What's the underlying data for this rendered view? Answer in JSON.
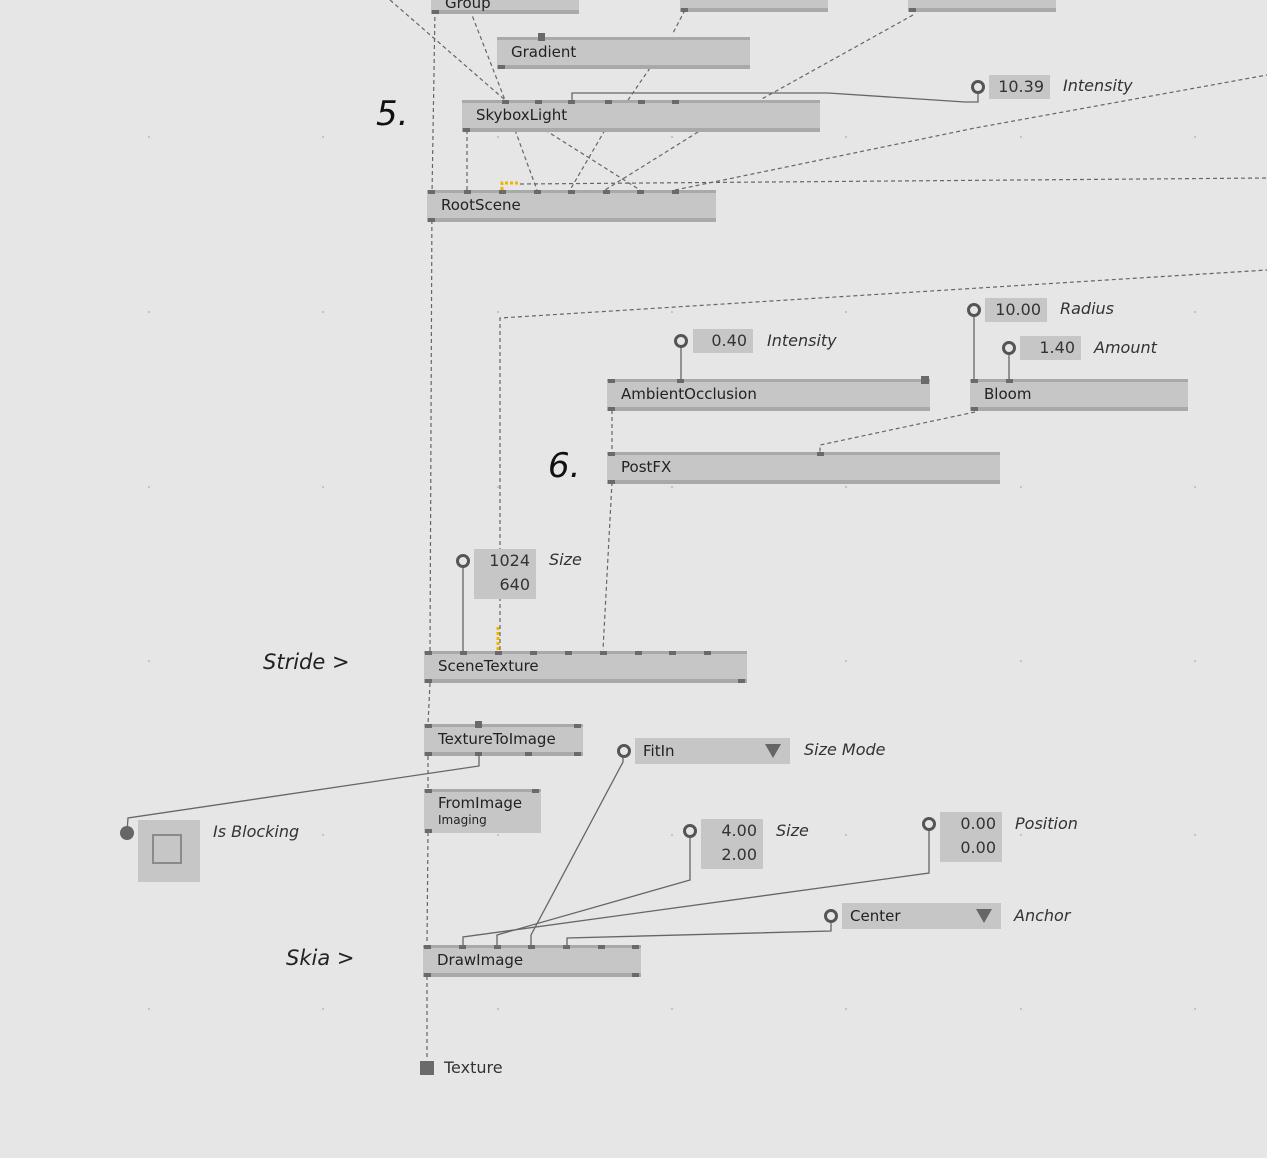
{
  "section_markers": {
    "five": "5.",
    "six": "6."
  },
  "nodes": {
    "group": "Group",
    "gradient": "Gradient",
    "skybox_light": "SkyboxLight",
    "root_scene": "RootScene",
    "ambient_occlusion": "AmbientOcclusion",
    "bloom": "Bloom",
    "postfx": "PostFX",
    "scene_texture": "SceneTexture",
    "texture_to_image": "TextureToImage",
    "from_image": "FromImage",
    "from_image_sub": "Imaging",
    "draw_image": "DrawImage"
  },
  "iobox": {
    "skybox_intensity": {
      "value": "10.39",
      "label": "Intensity"
    },
    "ao_intensity": {
      "value": "0.40",
      "label": "Intensity"
    },
    "bloom_radius": {
      "value": "10.00",
      "label": "Radius"
    },
    "bloom_amount": {
      "value": "1.40",
      "label": "Amount"
    },
    "texture_size": {
      "x": "1024",
      "y": "640",
      "label": "Size"
    },
    "size_mode": {
      "value": "FitIn",
      "label": "Size Mode"
    },
    "is_blocking": {
      "label": "Is Blocking"
    },
    "draw_size": {
      "x": "4.00",
      "y": "2.00",
      "label": "Size"
    },
    "draw_position": {
      "x": "0.00",
      "y": "0.00",
      "label": "Position"
    },
    "anchor": {
      "value": "Center",
      "label": "Anchor"
    }
  },
  "categories": {
    "stride": "Stride >",
    "skia": "Skia >"
  },
  "output": {
    "label": "Texture"
  },
  "colors": {
    "background": "#e6e6e6",
    "node_fill": "#c6c6c6",
    "pin": "#6a6a6a",
    "highlight_link": "#f0b400"
  }
}
